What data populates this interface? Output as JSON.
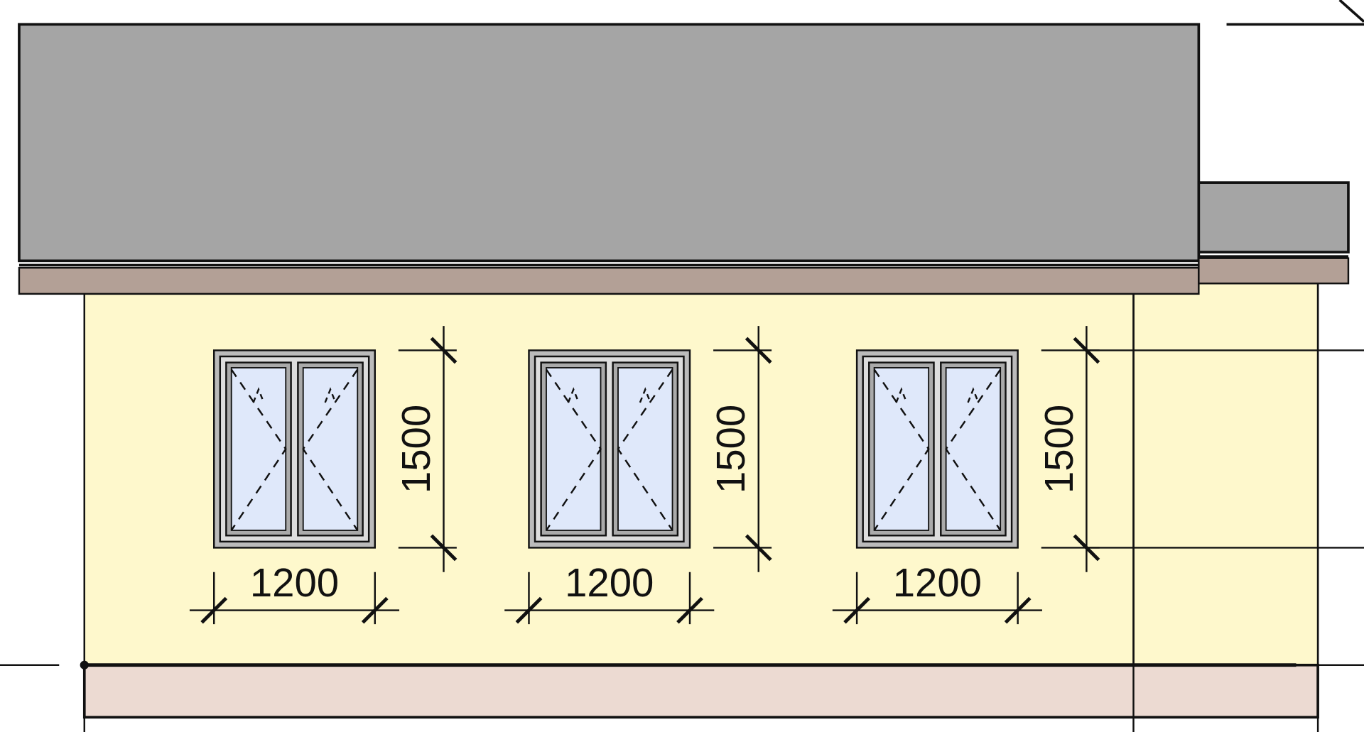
{
  "colors": {
    "roof": "#a5a5a5",
    "fascia": "#b3a096",
    "wall": "#fef8cc",
    "plinth": "#ecdad2",
    "glass": "#dfe8fa",
    "line": "#111111"
  },
  "windows": [
    {
      "width_label": "1200",
      "height_label": "1500"
    },
    {
      "width_label": "1200",
      "height_label": "1500"
    },
    {
      "width_label": "1200",
      "height_label": "1500"
    }
  ]
}
